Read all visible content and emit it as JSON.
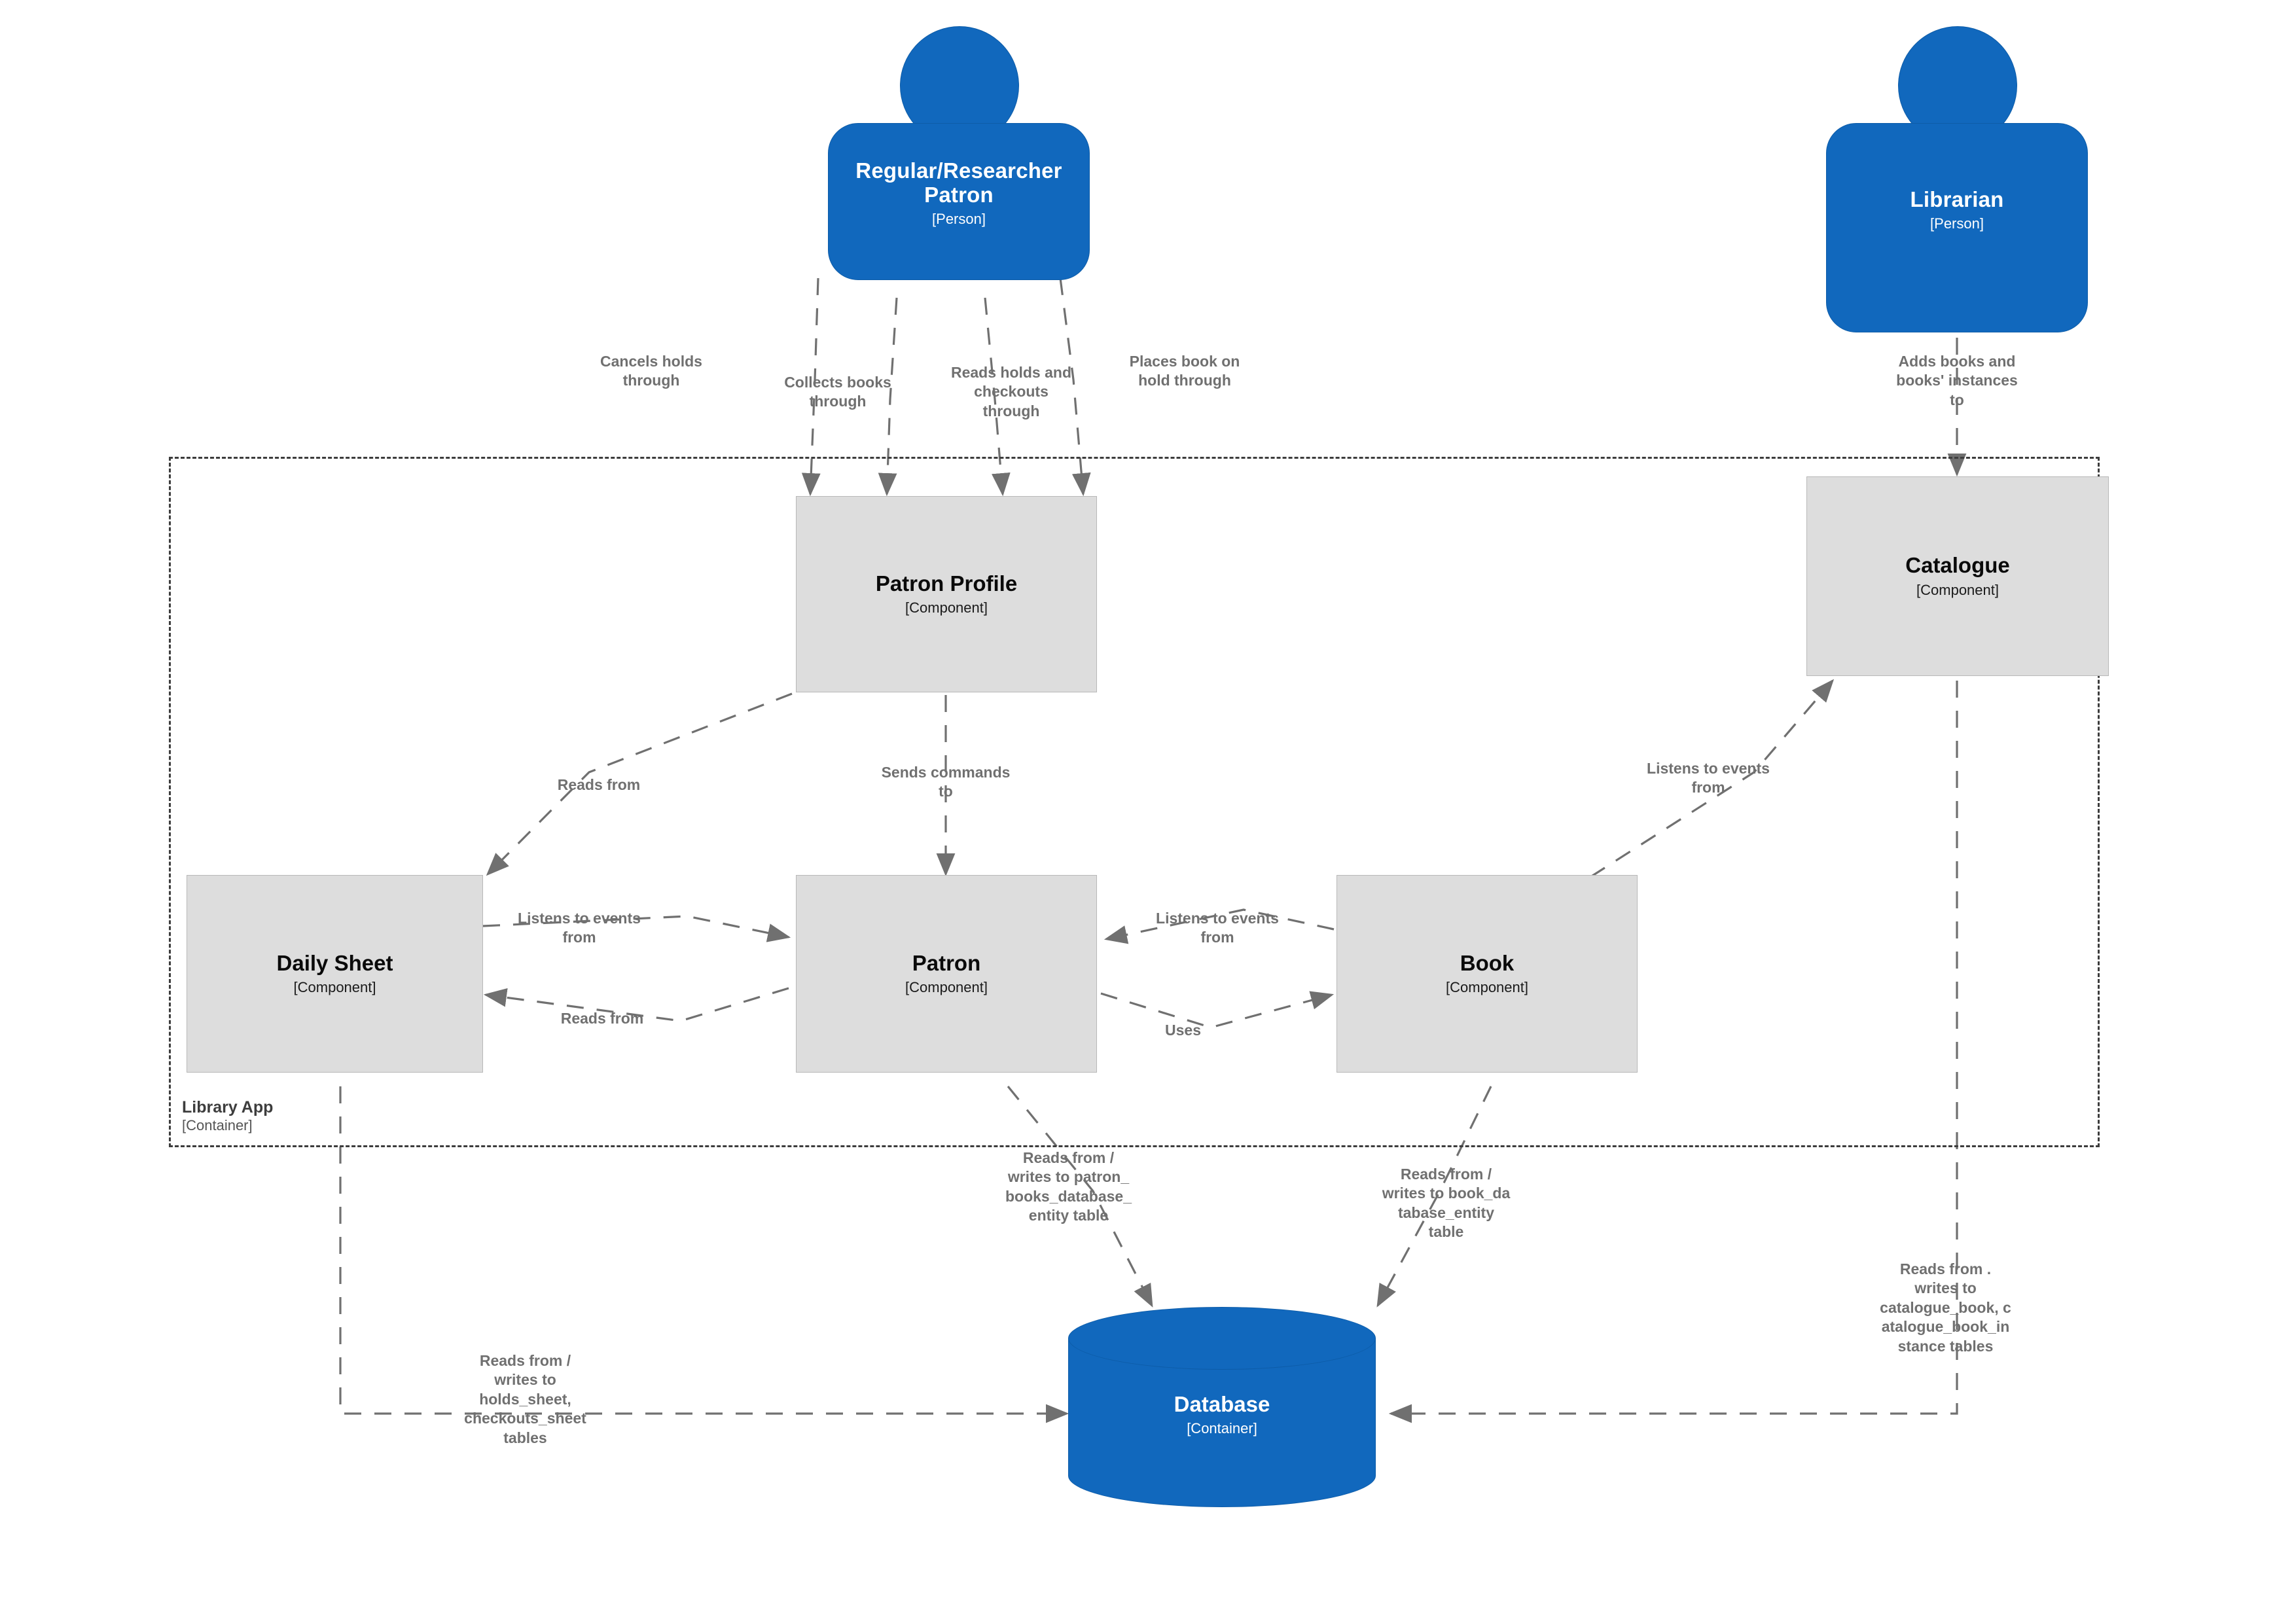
{
  "diagram": {
    "type": "C4 Component Diagram",
    "accent_blue": "#1168BD",
    "component_gray": "#DDDDDD",
    "relationship_gray": "#707070"
  },
  "people": [
    {
      "id": "patron-actor",
      "name": "Regular/Researcher\nPatron",
      "type": "[Person]"
    },
    {
      "id": "librarian-actor",
      "name": "Librarian",
      "type": "[Person]"
    }
  ],
  "boundary": {
    "title": "Library App",
    "subtitle": "[Container]"
  },
  "components": [
    {
      "id": "patron-profile",
      "name": "Patron Profile",
      "type": "[Component]"
    },
    {
      "id": "catalogue",
      "name": "Catalogue",
      "type": "[Component]"
    },
    {
      "id": "daily-sheet",
      "name": "Daily Sheet",
      "type": "[Component]"
    },
    {
      "id": "patron",
      "name": "Patron",
      "type": "[Component]"
    },
    {
      "id": "book",
      "name": "Book",
      "type": "[Component]"
    }
  ],
  "database": {
    "name": "Database",
    "type": "[Container]"
  },
  "relationships": [
    {
      "id": "rel-cancels-holds",
      "label": "Cancels holds\nthrough",
      "from": "patron-actor",
      "to": "patron-profile"
    },
    {
      "id": "rel-collects-books",
      "label": "Collects books\nthrough",
      "from": "patron-actor",
      "to": "patron-profile"
    },
    {
      "id": "rel-reads-holds",
      "label": "Reads holds and\ncheckouts\nthrough",
      "from": "patron-actor",
      "to": "patron-profile"
    },
    {
      "id": "rel-places-hold",
      "label": "Places book on\nhold through",
      "from": "patron-actor",
      "to": "patron-profile"
    },
    {
      "id": "rel-adds-books",
      "label": "Adds books and\nbooks' instances\nto",
      "from": "librarian-actor",
      "to": "catalogue"
    },
    {
      "id": "rel-profile-reads-sheet",
      "label": "Reads from",
      "from": "patron-profile",
      "to": "daily-sheet"
    },
    {
      "id": "rel-profile-commands",
      "label": "Sends commands\nto",
      "from": "patron-profile",
      "to": "patron"
    },
    {
      "id": "rel-sheet-listens",
      "label": "Listens to events\nfrom",
      "from": "daily-sheet",
      "to": "patron"
    },
    {
      "id": "rel-patron-reads-sheet",
      "label": "Reads from",
      "from": "patron",
      "to": "daily-sheet"
    },
    {
      "id": "rel-patron-listens-book",
      "label": "Listens to events\nfrom",
      "from": "patron",
      "to": "book"
    },
    {
      "id": "rel-patron-uses-book",
      "label": "Uses",
      "from": "patron",
      "to": "book"
    },
    {
      "id": "rel-catalogue-listens",
      "label": "Listens to events\nfrom",
      "from": "catalogue",
      "to": "book"
    },
    {
      "id": "rel-patron-db",
      "label": "Reads from /\nwrites to patron_\nbooks_database_\nentity table",
      "from": "patron",
      "to": "database"
    },
    {
      "id": "rel-book-db",
      "label": "Reads from /\nwrites to book_da\ntabase_entity\ntable",
      "from": "book",
      "to": "database"
    },
    {
      "id": "rel-catalogue-db",
      "label": "Reads from .\nwrites to\ncatalogue_book, c\natalogue_book_in\nstance tables",
      "from": "catalogue",
      "to": "database"
    },
    {
      "id": "rel-sheet-db",
      "label": "Reads from /\nwrites to\nholds_sheet,\ncheckouts_sheet\ntables",
      "from": "daily-sheet",
      "to": "database"
    }
  ]
}
